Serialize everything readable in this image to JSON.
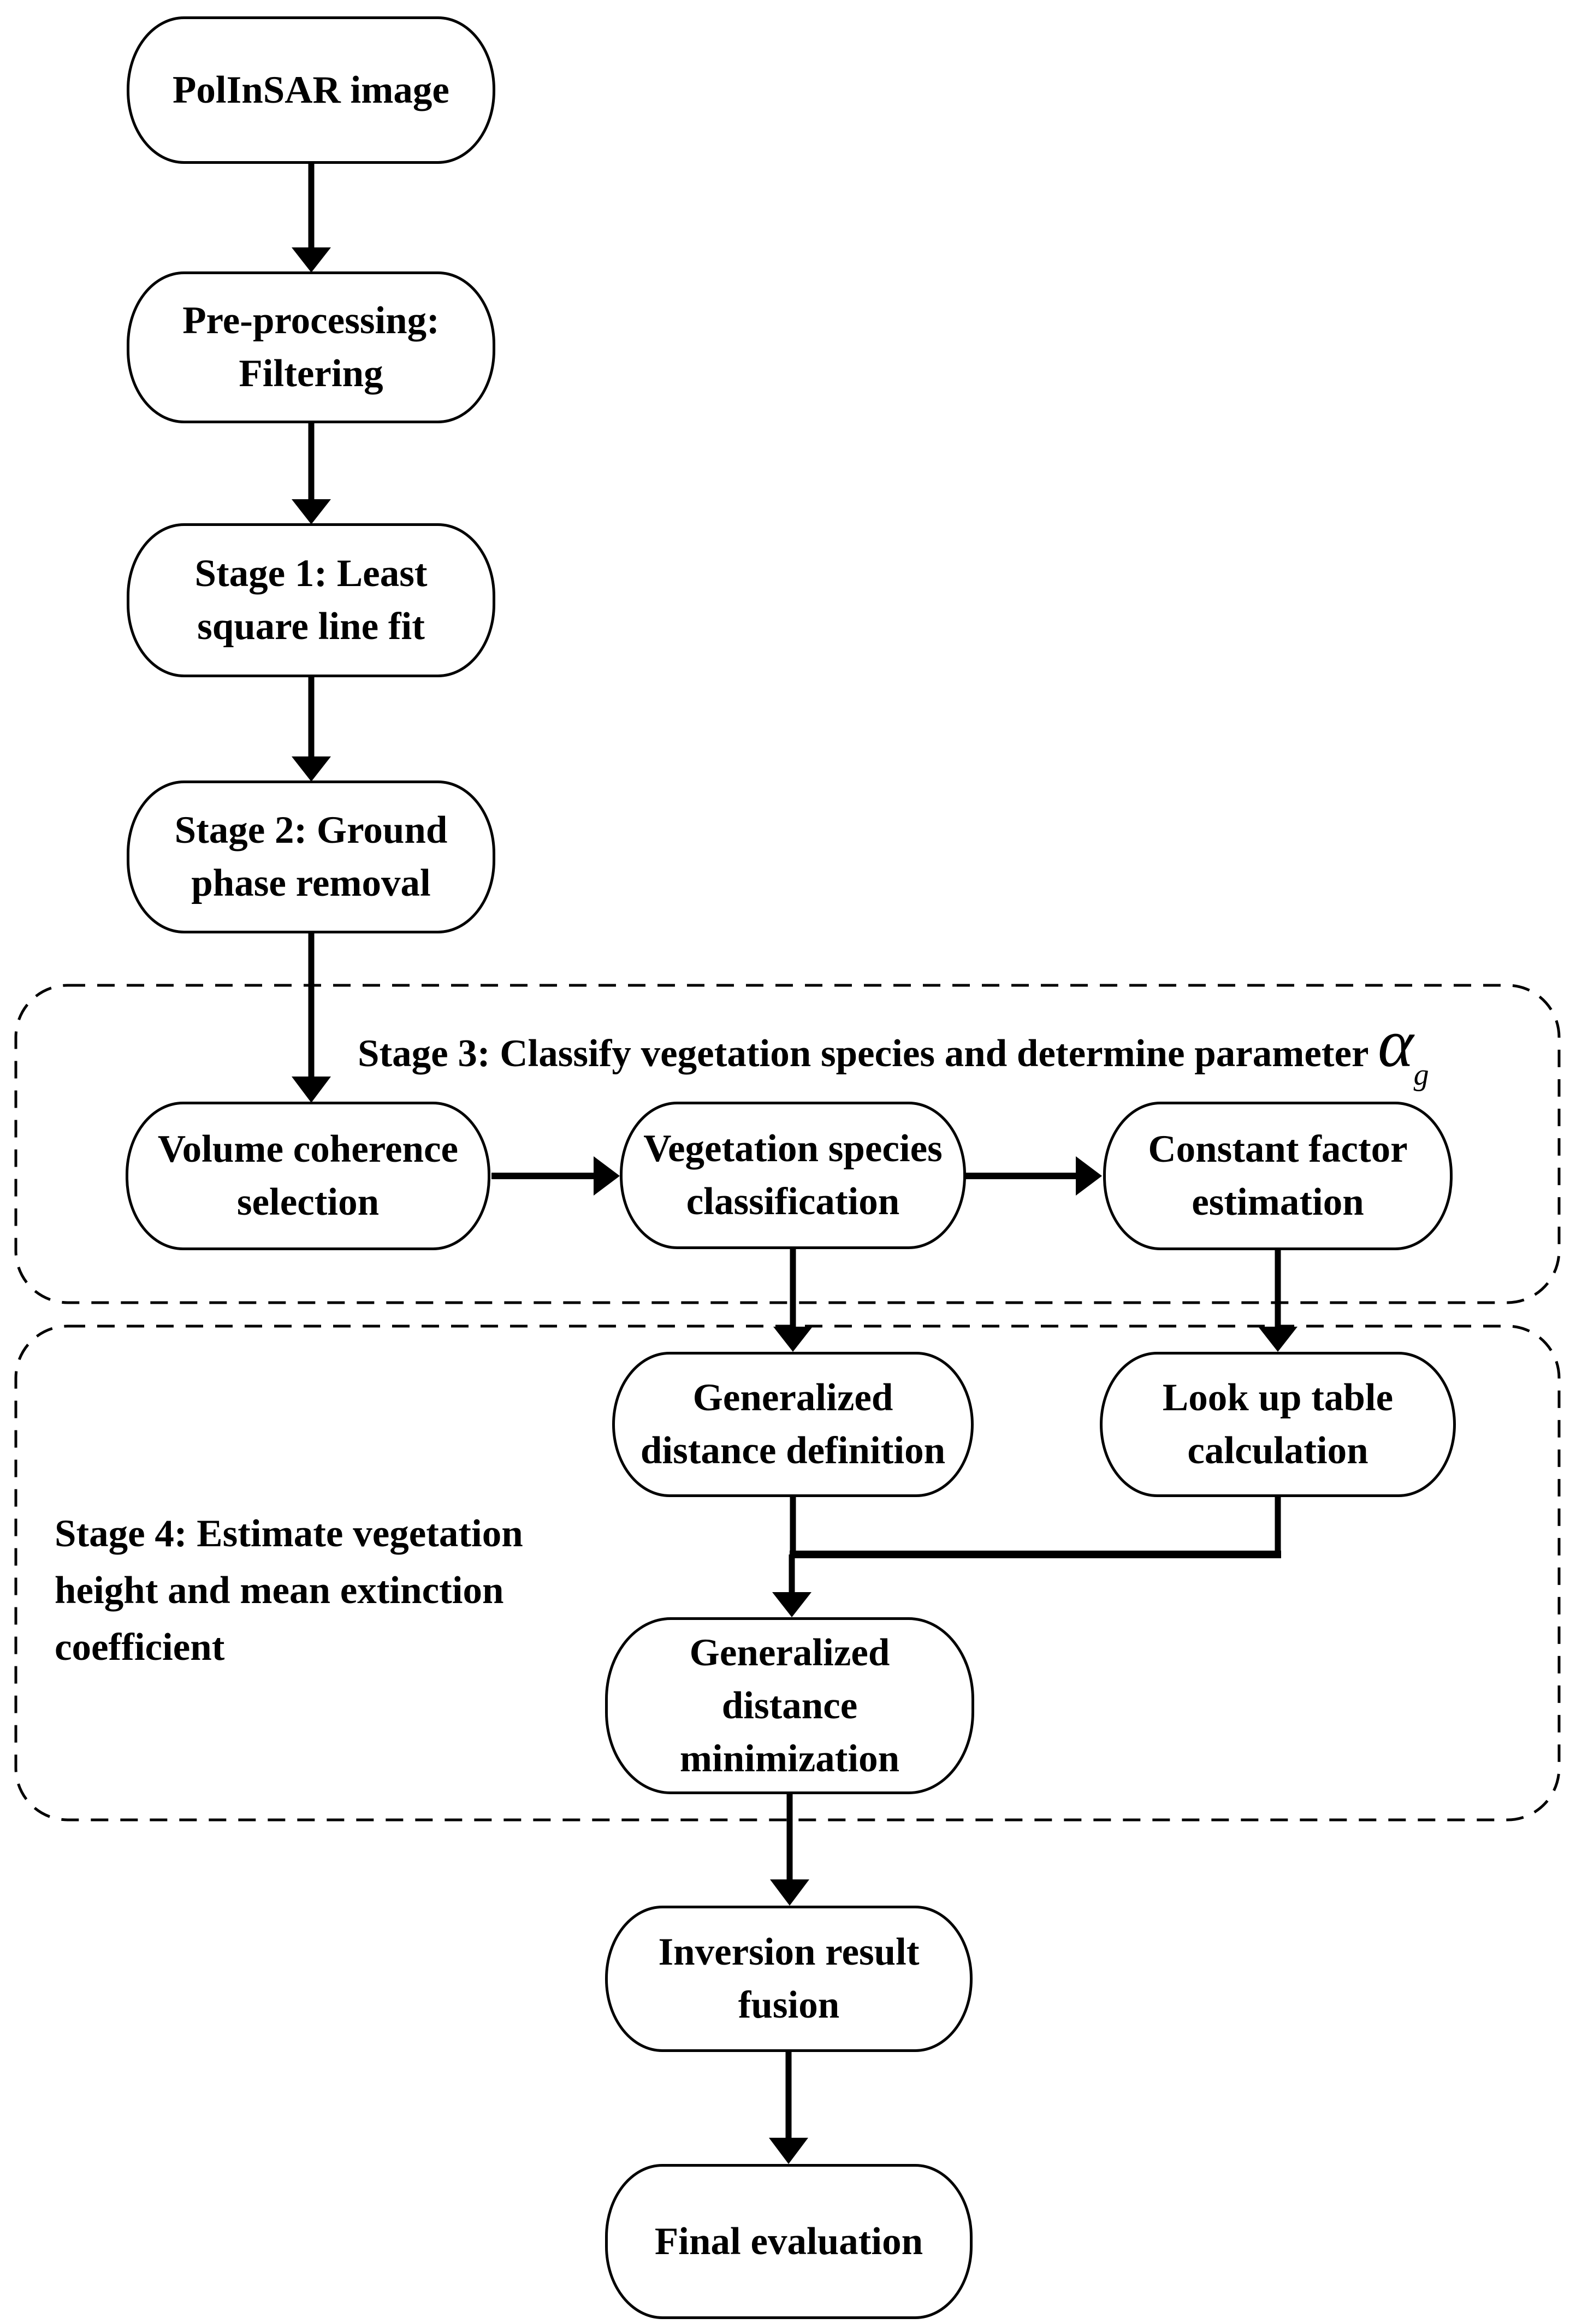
{
  "diagram": {
    "nodes": {
      "polinsar": {
        "label": "PolInSAR image"
      },
      "preprocess": {
        "label": "Pre-processing:\nFiltering"
      },
      "stage1": {
        "label": "Stage 1: Least\nsquare line fit"
      },
      "stage2": {
        "label": "Stage 2: Ground\nphase removal"
      },
      "volume_coherence": {
        "label": "Volume coherence\nselection"
      },
      "veg_species": {
        "label": "Vegetation species\nclassification"
      },
      "constant_factor": {
        "label": "Constant factor\nestimation"
      },
      "gen_dist_def": {
        "label": "Generalized\ndistance definition"
      },
      "lookup_table": {
        "label": "Look up table\ncalculation"
      },
      "gen_dist_min": {
        "label": "Generalized\ndistance\nminimization"
      },
      "inversion_fusion": {
        "label": "Inversion result\nfusion"
      },
      "final_eval": {
        "label": "Final evaluation"
      }
    },
    "stage3": {
      "title_prefix": "Stage 3: Classify vegetation species and determine parameter ",
      "parameter_symbol": "α",
      "parameter_subscript": "g"
    },
    "stage4": {
      "label": "Stage 4: Estimate vegetation\nheight and mean extinction\ncoefficient"
    },
    "colors": {
      "stroke": "#000000",
      "background": "#ffffff",
      "node_fill": "#ffffff"
    }
  }
}
